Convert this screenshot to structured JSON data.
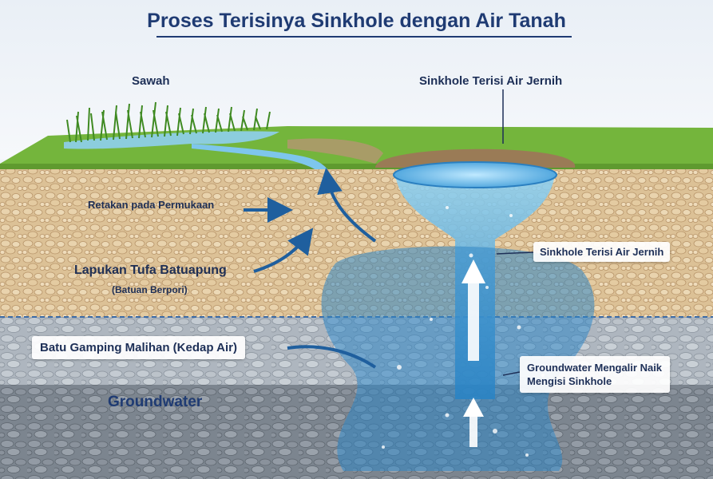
{
  "title": "Proses Terisinya Sinkhole dengan Air Tanah",
  "labels": {
    "sawah": "Sawah",
    "sinkhole_top": "Sinkhole Terisi Air Jernih",
    "retakan": "Retakan pada Permukaan",
    "tufa": "Lapukan Tufa Batuapung",
    "tufa_sub": "(Batuan Berpori)",
    "sinkhole_right": "Sinkhole Terisi Air Jernih",
    "batu_gamping": "Batu Gamping Malihan (Kedap Air)",
    "groundwater_flow_line1": "Groundwater Mengalir Naik",
    "groundwater_flow_line2": "Mengisi Sinkhole",
    "groundwater": "Groundwater"
  },
  "colors": {
    "title": "#1f3b73",
    "grass": "#6fb33a",
    "soil": "#d8b98a",
    "limestone": "#a9b1ba",
    "groundwater_rock": "#7e8791",
    "water": "#4aa6e0",
    "arrow": "#1f5f9e"
  }
}
